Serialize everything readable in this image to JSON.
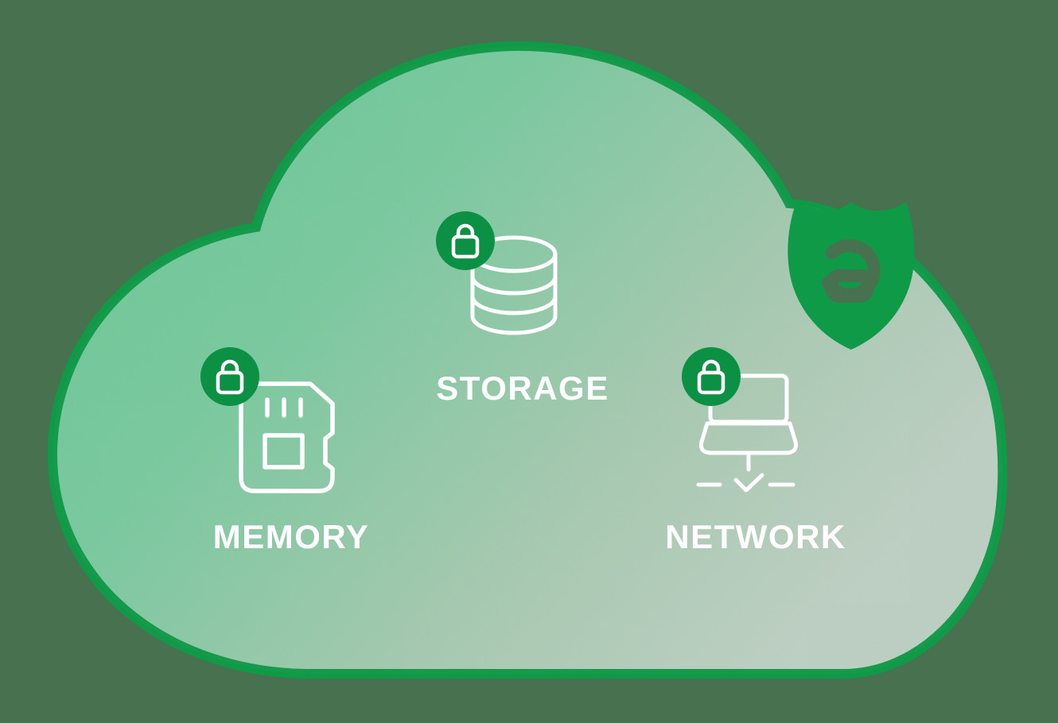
{
  "labels": {
    "memory": "MEMORY",
    "storage": "STORAGE",
    "network": "NETWORK"
  },
  "icons": {
    "memory": "sd-card-icon",
    "storage": "database-icon",
    "network": "laptop-check-icon",
    "badge": "lock-icon",
    "shield": "shield-open-lock-icon"
  },
  "colors": {
    "background": "#48714f",
    "cloud_border": "#0f9a47",
    "cloud_gradient_start": "#68c893",
    "cloud_gradient_mid": "#79c99e",
    "cloud_gradient_end": "#bdcfc2",
    "badge_green": "#0c9044",
    "shield_green": "#0f9a47",
    "icon_stroke": "#ffffff",
    "label_color": "#ffffff"
  }
}
